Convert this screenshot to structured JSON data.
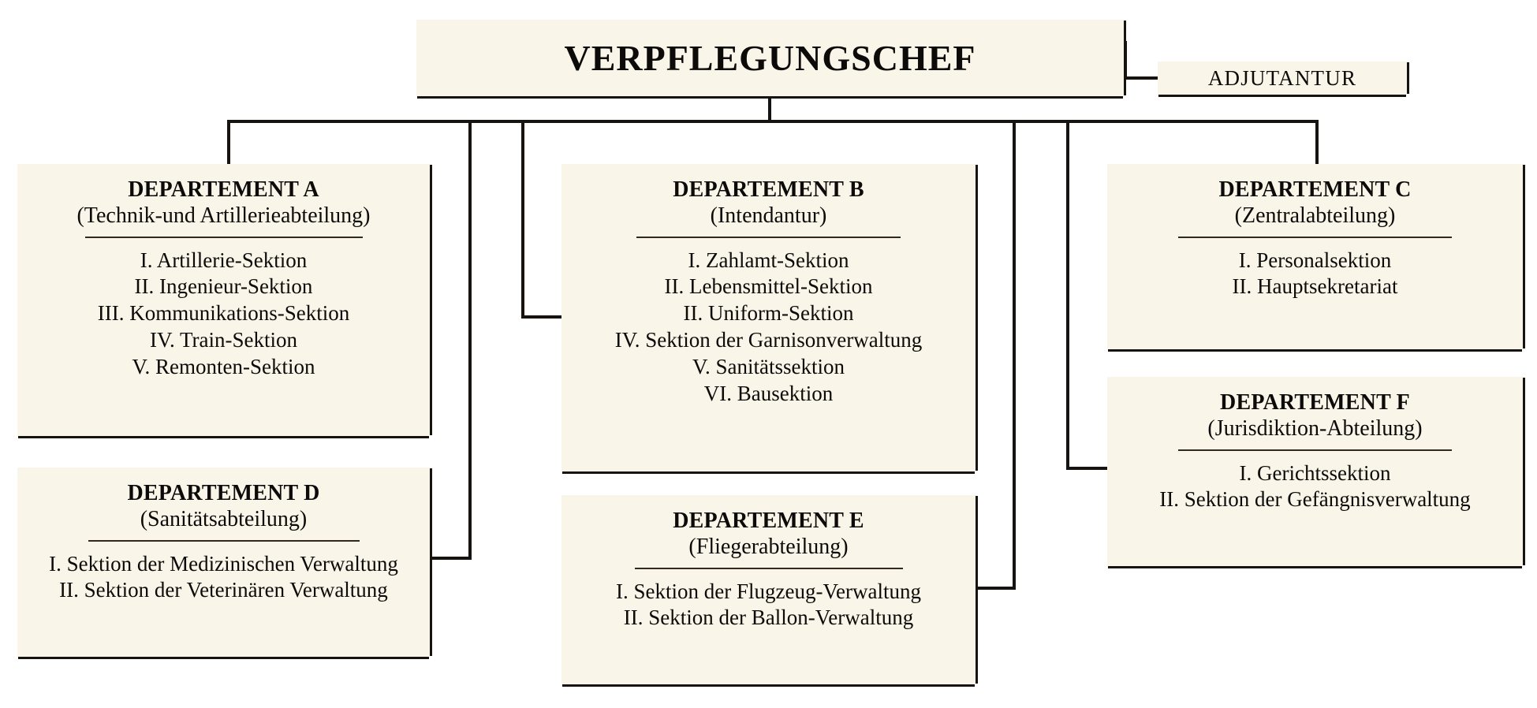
{
  "chart": {
    "title": "Verpflegungschef organisational chart",
    "colors": {
      "box_fill": "#faf5e9",
      "page_background": "#ffffff",
      "line": "#171310",
      "text": "#0d0b09"
    }
  },
  "root": {
    "label": "VERPFLEGUNGSCHEF"
  },
  "adjutant": {
    "label": "ADJUTANTUR"
  },
  "departments": [
    {
      "key": "a",
      "title": "DEPARTEMENT A",
      "subtitle": "(Technik-und Artillerieabteilung)",
      "sections": [
        "I. Artillerie-Sektion",
        "II. Ingenieur-Sektion",
        "III. Kommunikations-Sektion",
        "IV. Train-Sektion",
        "V. Remonten-Sektion"
      ]
    },
    {
      "key": "b",
      "title": "DEPARTEMENT B",
      "subtitle": "(Intendantur)",
      "sections": [
        "I. Zahlamt-Sektion",
        "II. Lebensmittel-Sektion",
        "II. Uniform-Sektion",
        "IV. Sektion der Garnisonverwaltung",
        "V. Sanitätssektion",
        "VI. Bausektion"
      ]
    },
    {
      "key": "c",
      "title": "DEPARTEMENT C",
      "subtitle": "(Zentralabteilung)",
      "sections": [
        "I. Personalsektion",
        "II. Hauptsekretariat"
      ]
    },
    {
      "key": "d",
      "title": "DEPARTEMENT D",
      "subtitle": "(Sanitätsabteilung)",
      "sections": [
        "I. Sektion der Medizinischen Verwaltung",
        "II. Sektion der Veterinären Verwaltung"
      ]
    },
    {
      "key": "e",
      "title": "DEPARTEMENT E",
      "subtitle": "(Fliegerabteilung)",
      "sections": [
        "I. Sektion der Flugzeug-Verwaltung",
        "II. Sektion der Ballon-Verwaltung"
      ]
    },
    {
      "key": "f",
      "title": "DEPARTEMENT F",
      "subtitle": "(Jurisdiktion-Abteilung)",
      "sections": [
        "I. Gerichtssektion",
        "II. Sektion der Gefängnisverwaltung"
      ]
    }
  ]
}
